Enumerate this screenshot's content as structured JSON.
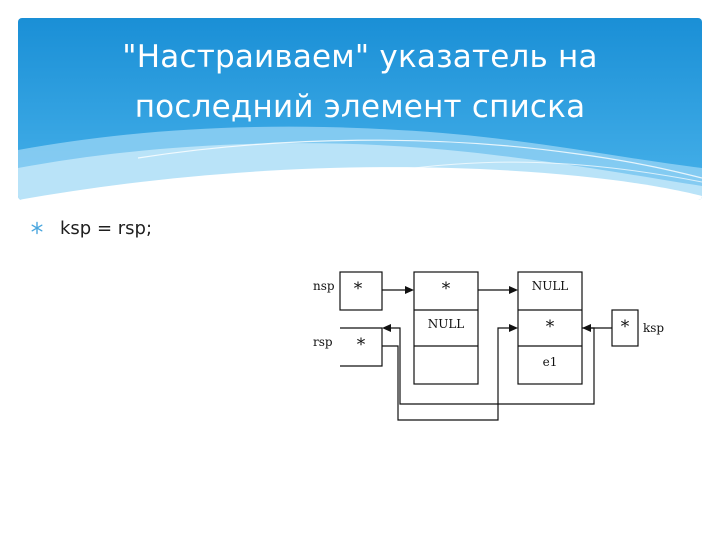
{
  "slide": {
    "title_line1": "\"Настраиваем\" указатель на",
    "title_line2": "последний элемент списка",
    "bullet_text": "ksp = rsp;"
  },
  "diagram": {
    "label_nsp": "nsp",
    "label_rsp": "rsp",
    "label_ksp": "ksp",
    "cell_nsp": "*",
    "cell_rsp": "*",
    "node1_top": "*",
    "node1_mid": "NULL",
    "node2_top": "NULL",
    "node2_mid": "*",
    "node2_bottom": "e1",
    "cell_ksp": "*"
  },
  "colors": {
    "header_top": "#1a8fd6",
    "header_bottom": "#4db5ec",
    "wave": "#9fd8f6",
    "line": "#111111"
  }
}
